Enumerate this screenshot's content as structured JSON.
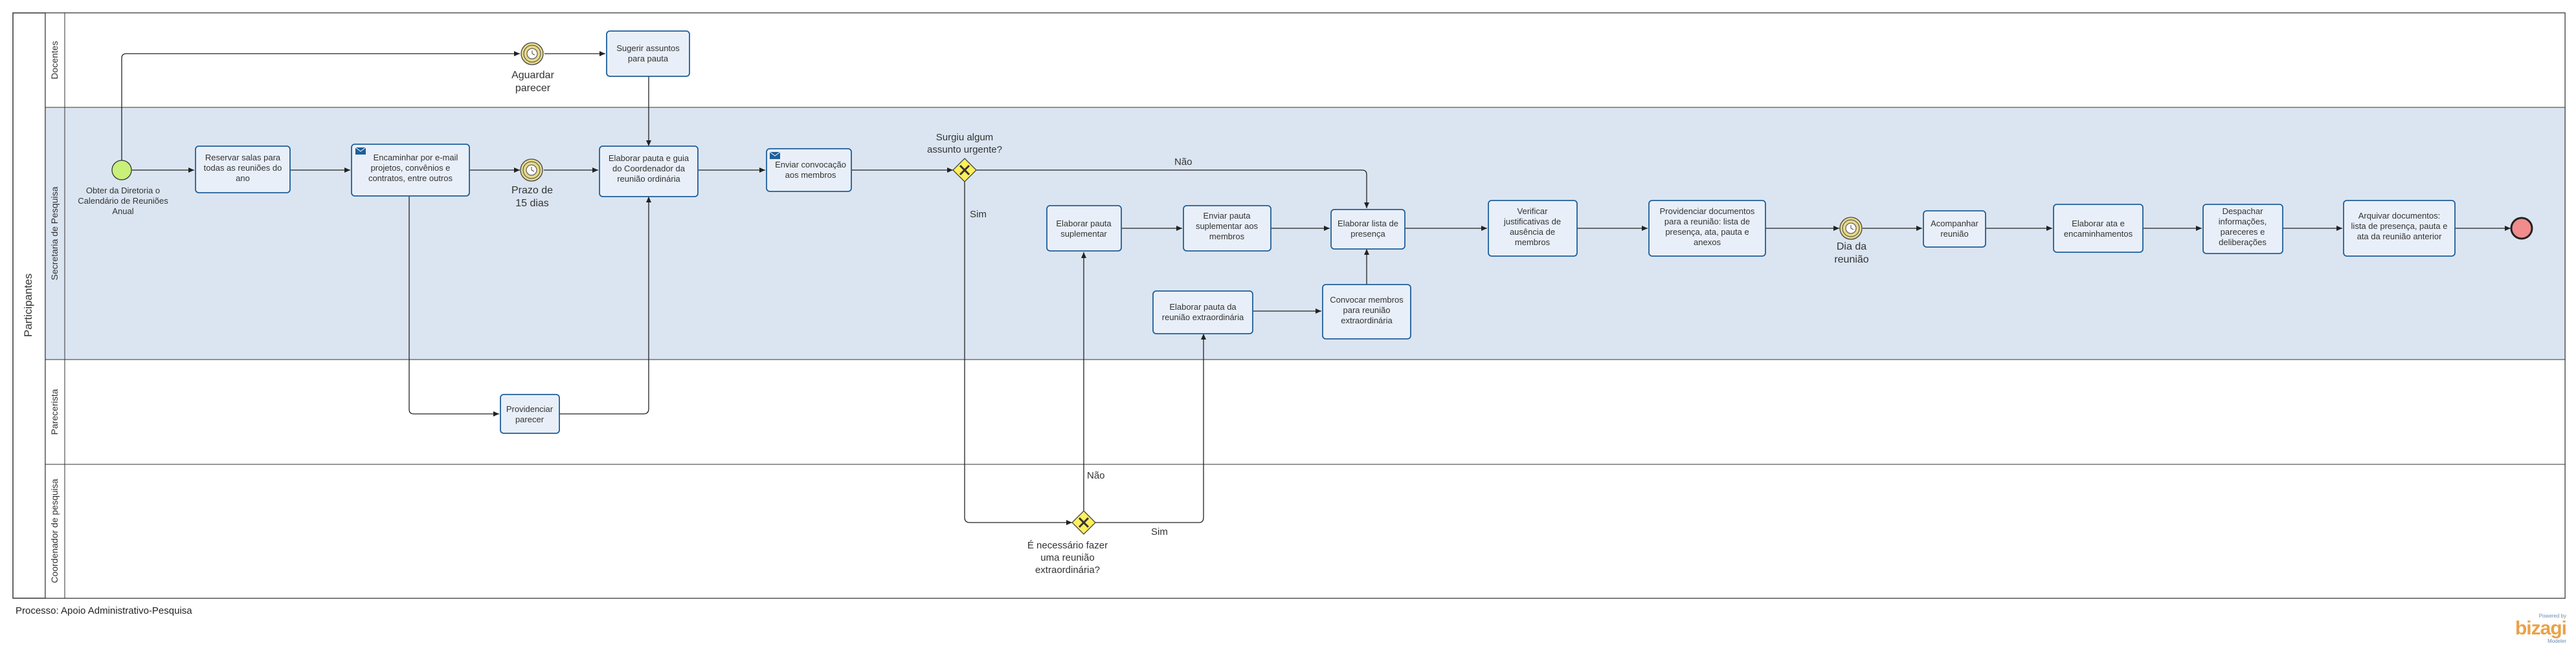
{
  "pool": {
    "label": "Participantes"
  },
  "lanes": [
    {
      "id": "docentes",
      "label": "Docentes"
    },
    {
      "id": "secretaria",
      "label": "Secretaria de Pesquisa"
    },
    {
      "id": "parecerista",
      "label": "Parecerista"
    },
    {
      "id": "coordenador",
      "label": "Coordenador de pesquisa"
    }
  ],
  "tasks": {
    "sugerir": [
      "Sugerir assuntos",
      "para pauta"
    ],
    "reservar": [
      "Reservar salas para",
      "todas as reuniões do",
      "ano"
    ],
    "encaminhar": [
      "Encaminhar por e-mail",
      "projetos, convênios e",
      "contratos, entre outros"
    ],
    "elaborar_pauta": [
      "Elaborar pauta e guia",
      "do Coordenador da",
      "reunião ordinária"
    ],
    "enviar_convocacao": [
      "Enviar convocação",
      "aos membros"
    ],
    "pauta_suplementar": [
      "Elaborar pauta",
      "suplementar"
    ],
    "enviar_suplementar": [
      "Enviar pauta",
      "suplementar aos",
      "membros"
    ],
    "lista_presenca": [
      "Elaborar lista de",
      "presença"
    ],
    "pauta_extraordinaria": [
      "Elaborar pauta da",
      "reunião extraordinária"
    ],
    "convocar": [
      "Convocar membros",
      "para reunião",
      "extraordinária"
    ],
    "verificar": [
      "Verificar",
      "justificativas de",
      "ausência de",
      "membros"
    ],
    "providenciar_docs": [
      "Providenciar documentos",
      "para a reunião: lista de",
      "presença, ata, pauta e",
      "anexos"
    ],
    "acompanhar": [
      "Acompanhar",
      "reunião"
    ],
    "elaborar_ata": [
      "Elaborar ata e",
      "encaminhamentos"
    ],
    "despachar": [
      "Despachar",
      "informações,",
      "pareceres e",
      "deliberações"
    ],
    "arquivar": [
      "Arquivar documentos:",
      "lista de presença, pauta e",
      "ata da reunião anterior"
    ],
    "providenciar_parecer": [
      "Providenciar",
      "parecer"
    ]
  },
  "events": {
    "start": [
      "Obter da  Diretoria o",
      "Calendário de Reuniões",
      "Anual"
    ],
    "aguardar": [
      "Aguardar",
      "parecer"
    ],
    "prazo": [
      "Prazo de",
      "15 dias"
    ],
    "dia": [
      "Dia da",
      "reunião"
    ]
  },
  "gateways": {
    "urgente": [
      "Surgiu algum",
      "assunto urgente?"
    ],
    "extra": [
      "É necessário fazer",
      "uma reunião",
      "extraordinária?"
    ]
  },
  "flow_labels": {
    "nao1": "Não",
    "sim1": "Sim",
    "nao2": "Não",
    "sim2": "Sim"
  },
  "footer": {
    "process": "Processo: Apoio Administrativo-Pesquisa"
  },
  "brand": {
    "powered": "Powered by",
    "name": "bizagi",
    "sub": "Modeler"
  },
  "colors": {
    "task_fill": "#e9eff8",
    "task_stroke": "#1f5f9a",
    "lane_highlight": "#dbe5f1",
    "start_fill": "#c8f07a",
    "end_fill": "#f08c8c",
    "timer_fill": "#e6d98c",
    "gateway_fill": "#ffef5a"
  }
}
